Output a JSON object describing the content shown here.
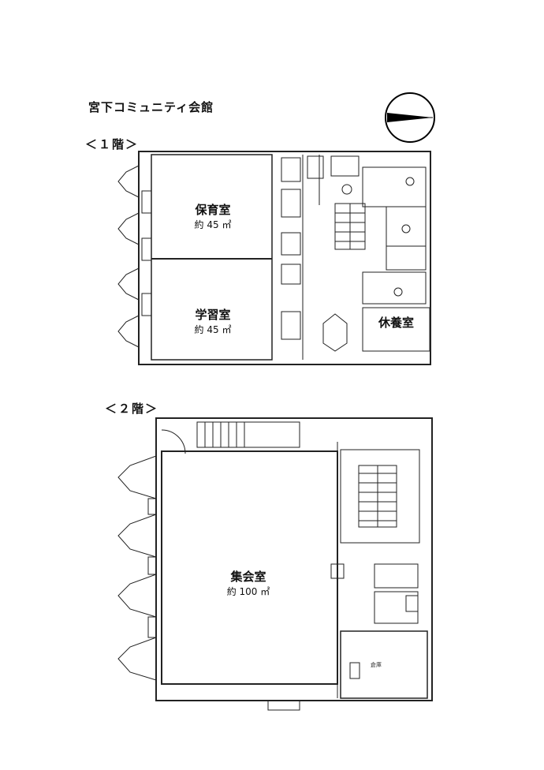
{
  "title": "宮下コミュニティ会館",
  "floors": [
    {
      "label": "＜１階＞"
    },
    {
      "label": "＜２階＞"
    }
  ],
  "rooms": [
    {
      "name": "保育室",
      "area": "約 45 ㎡"
    },
    {
      "name": "学習室",
      "area": "約 45 ㎡"
    },
    {
      "name": "休養室",
      "area": ""
    },
    {
      "name": "集会室",
      "area": "約 100 ㎡"
    }
  ],
  "small_labels": [
    "倉庫"
  ]
}
